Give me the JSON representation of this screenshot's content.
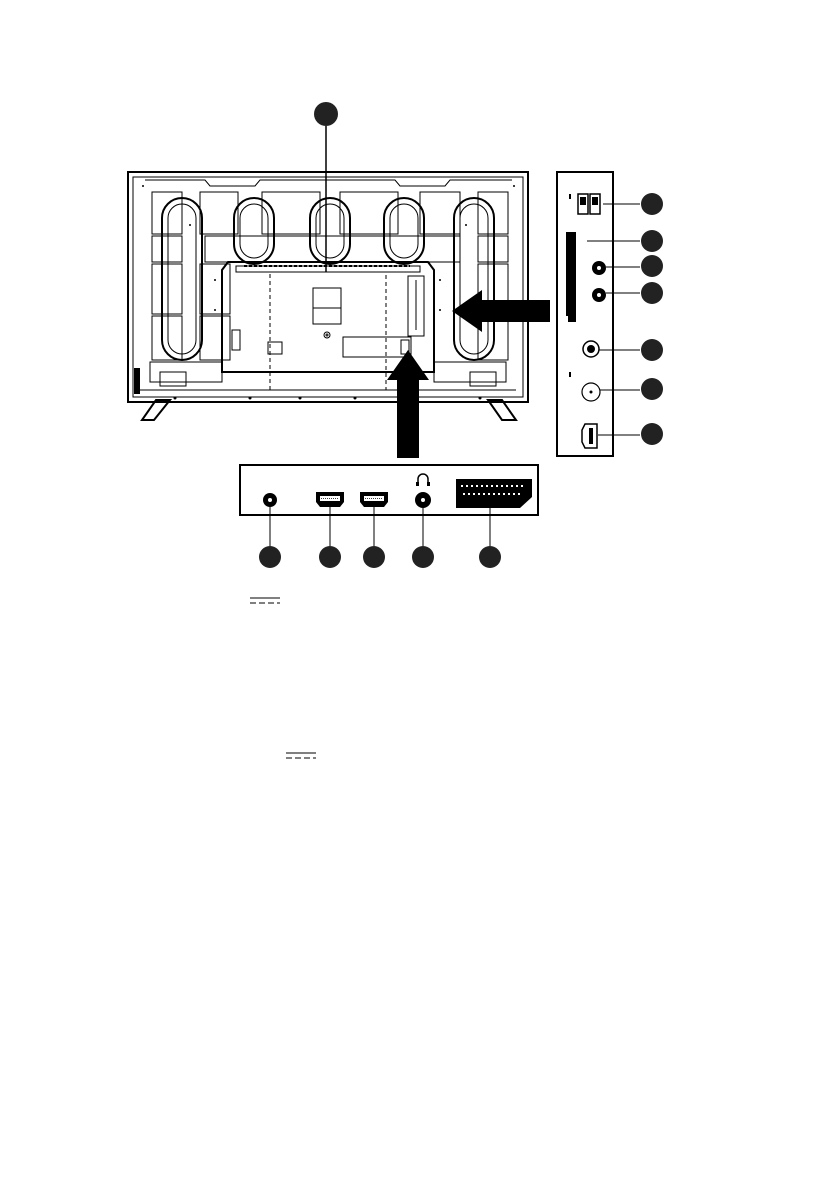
{
  "diagram": {
    "dc_symbol_1": "⎓",
    "dc_symbol_2": "⎓",
    "colors": {
      "line": "#000000",
      "background": "#ffffff",
      "callout": "#222222"
    },
    "callouts": {
      "top": {
        "icon": "circle-callout"
      },
      "side": [
        "usb-port-pair",
        "ci-card-slot",
        "audio-jack-1",
        "audio-jack-2",
        "rca-jack",
        "antenna-coax",
        "mini-usb"
      ],
      "bottom": [
        "dc-power-jack",
        "hdmi-1",
        "hdmi-2",
        "headphone-jack",
        "scart-connector"
      ]
    },
    "icons": [
      "headphone-icon",
      "arrow-right-to-left",
      "arrow-up"
    ]
  }
}
